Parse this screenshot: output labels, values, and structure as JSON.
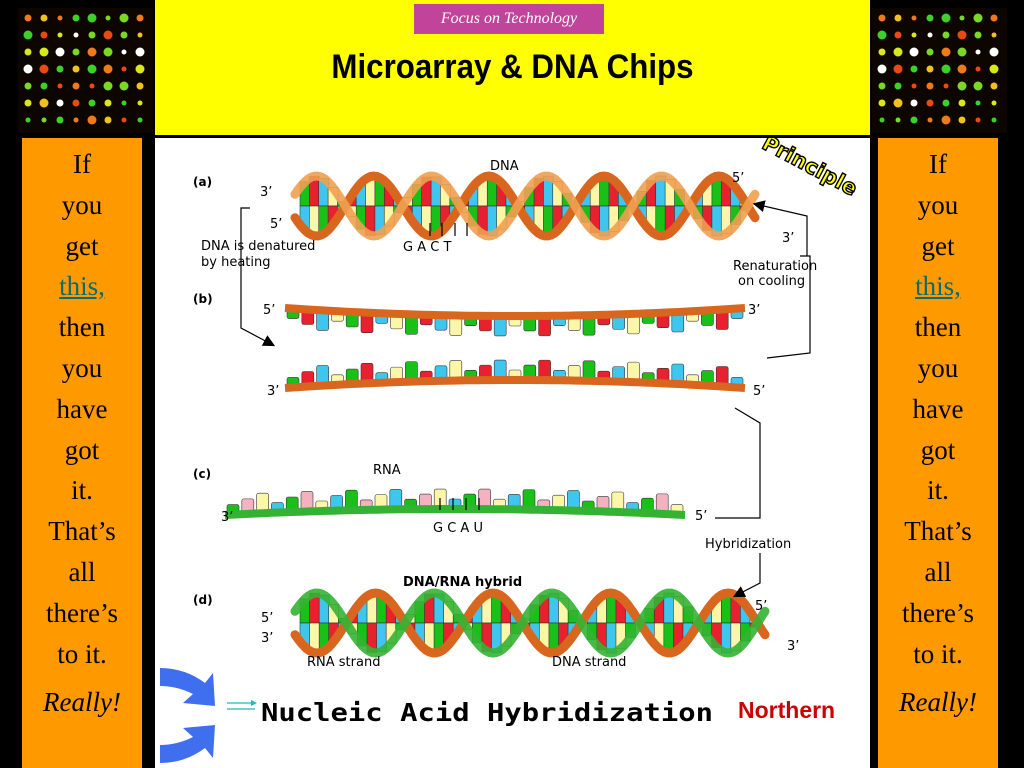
{
  "slide": {
    "tagline": "Focus on Technology",
    "title": "Microarray & DNA Chips"
  },
  "sidebar": {
    "lines_before": [
      "If",
      "you",
      "get"
    ],
    "link": "this,",
    "lines_after": [
      "then",
      "you",
      "have",
      "got",
      "it.",
      "That’s",
      "all",
      "there’s",
      "to it."
    ],
    "closing": "Really!"
  },
  "diagram": {
    "panels": {
      "a": "(a)",
      "b": "(b)",
      "c": "(c)",
      "d": "(d)"
    },
    "labels": {
      "dna": "DNA",
      "rna": "RNA",
      "hybrid": "DNA/RNA hybrid",
      "denatured_line1": "DNA is denatured",
      "denatured_line2": "by heating",
      "renaturation_line1": "Renaturation",
      "renaturation_line2": "on cooling",
      "hybridization": "Hybridization",
      "rna_strand": "RNA strand",
      "dna_strand": "DNA strand",
      "bases_dna": "G A C T",
      "bases_rna": "G C A U",
      "prime3": "3’",
      "prime5": "5’"
    },
    "stamp_principle": "Principle",
    "stamp_northern": "Northern",
    "caption": "Nucleic Acid Hybridization"
  },
  "colors": {
    "header_bg": "#ffff00",
    "tagline_bg": "#c0449a",
    "sidebar_bg": "#ff9900",
    "backbone_dna": "#d9661f",
    "backbone_rna": "#34b233",
    "base_green": "#18c018",
    "base_red": "#e8212e",
    "base_blue": "#3fc6ef",
    "base_yellow": "#fbf6a8",
    "base_pink": "#f4b2c0",
    "stamp_red": "#cc0000",
    "arrow_blue": "#3f6fef"
  }
}
